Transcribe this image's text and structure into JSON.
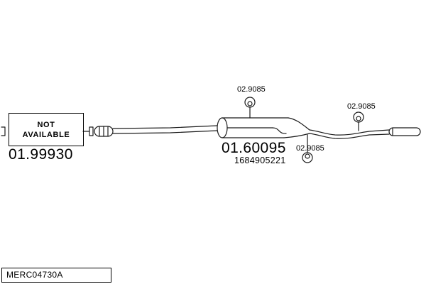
{
  "colors": {
    "background": "#ffffff",
    "line": "#1b1b1b",
    "text": "#000000"
  },
  "not_available_box": {
    "line1": "NOT",
    "line2": "AVAILABLE"
  },
  "part_labels": {
    "front_pipe_number": "01.99930",
    "rear_silencer_number": "01.60095",
    "rear_silencer_oem": "1684905221",
    "mount_top": "02.9085",
    "mount_right": "02.9085",
    "mount_bottom": "02.9085"
  },
  "icons": {
    "rubber_mount": "rubber-mount-ring"
  },
  "footer": {
    "code": "MERC04730A"
  }
}
